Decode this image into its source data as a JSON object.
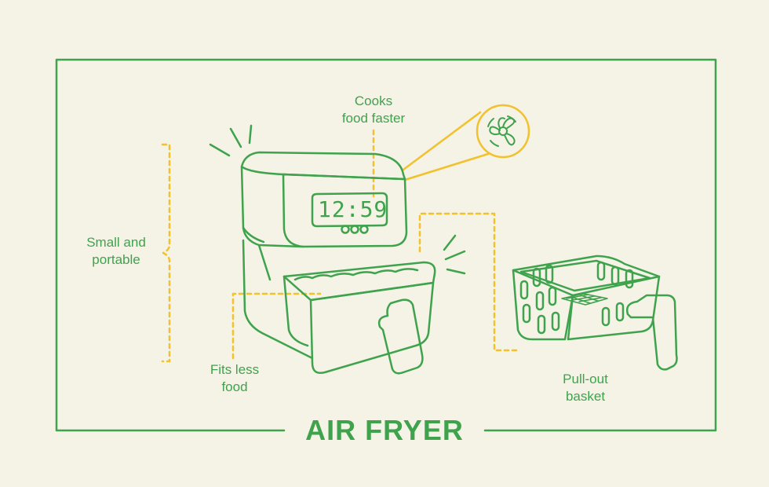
{
  "title": "AIR FRYER",
  "display_time": "12:59",
  "labels": {
    "cooks_faster": "Cooks\nfood faster",
    "small_portable": "Small and\nportable",
    "fits_less": "Fits less\nfood",
    "pull_out": "Pull-out\nbasket"
  },
  "colors": {
    "outline_green": "#3fa34d",
    "accent_yellow": "#f2c12e",
    "background": "#f5f2e6"
  },
  "icons": {
    "fan": "fan-icon"
  }
}
